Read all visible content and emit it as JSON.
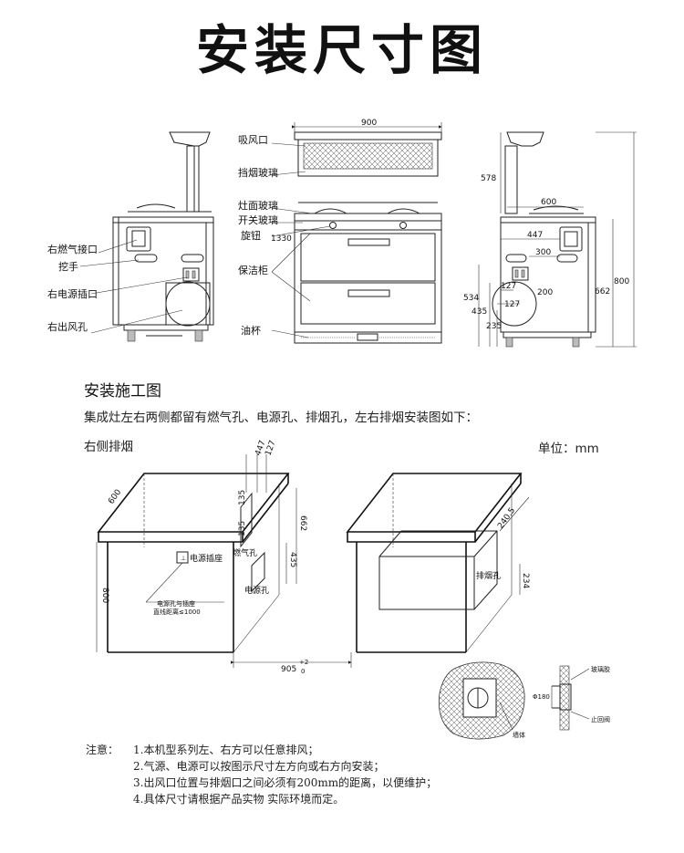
{
  "title": "安装尺寸图",
  "front_view": {
    "labels": [
      "吸风口",
      "挡烟玻璃",
      "灶面玻璃",
      "开关玻璃",
      "旋钮",
      "保洁柜",
      "油杯"
    ],
    "width_dim": "900",
    "side_dim": "1330"
  },
  "left_view": {
    "labels": [
      "右燃气接口",
      "挖手",
      "右电源插口",
      "右出风孔"
    ]
  },
  "right_view": {
    "dims": [
      "578",
      "600",
      "447",
      "300",
      "127",
      "200",
      "127",
      "534",
      "435",
      "235",
      "662",
      "800"
    ]
  },
  "section_title": "安装施工图",
  "section_desc": "集成灶左右两侧都留有燃气孔、电源孔、排烟孔，左右排烟安装图如下：",
  "subtitle_left": "右侧排烟",
  "unit_label": "单位：mm",
  "install_left": {
    "dims": [
      "600",
      "447",
      "127",
      "135",
      "135",
      "662",
      "435",
      "800"
    ],
    "labels": [
      "电源插座",
      "燃气孔",
      "电源孔",
      "电源孔与插座",
      "直线距离≤1000"
    ],
    "width_dim": "905",
    "tol_upper": "+2",
    "tol_lower": "0"
  },
  "install_right": {
    "dims": [
      "240.5",
      "234"
    ],
    "labels": [
      "排烟孔"
    ]
  },
  "wall_detail": {
    "labels": [
      "玻璃胶",
      "Φ180",
      "墙体",
      "止回阀"
    ]
  },
  "notes": {
    "prefix": "注意：",
    "items": [
      "1.本机型系列左、右方可以任意排风；",
      "2.气源、电源可以按图示尺寸左方向或右方向安装；",
      "3.出风口位置与排烟口之间必须有200mm的距离，以便维护；",
      "4.具体尺寸请根据产品实物  实际环境而定。"
    ]
  }
}
